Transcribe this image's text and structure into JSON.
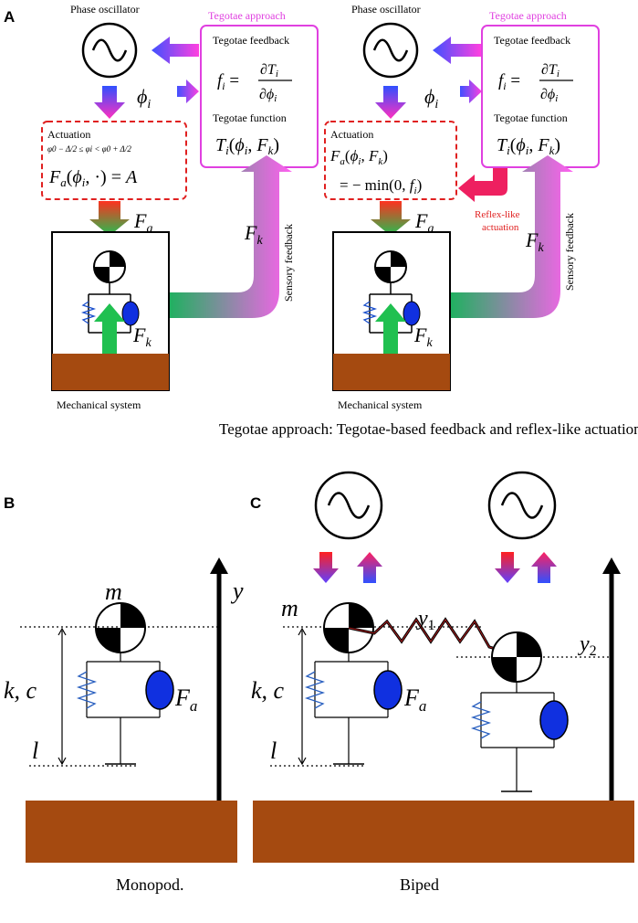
{
  "panels": {
    "a_label": "A",
    "b_label": "B",
    "c_label": "C"
  },
  "panel_a": {
    "left": {
      "oscillator_title": "Phase oscillator",
      "tegotae_approach": "Tegotae approach",
      "tegotae_feedback_title": "Tegotae feedback",
      "tegotae_feedback_formula": "f_i = ∂T_i/∂φ_i",
      "tegotae_function_title": "Tegotae function",
      "tegotae_function_formula": "T_i(φ_i, F_k)",
      "phi_label": "φ_i",
      "actuation_title": "Actuation",
      "actuation_condition": "φ0 − Δ/2 ≤ φi < φ0 + Δ/2",
      "actuation_formula": "F_a(φ_i, ·) = A",
      "fa_label": "F_a",
      "fk_label": "F_k",
      "fk_feedback_label": "F_k",
      "sensory_feedback": "Sensory feedback",
      "mechanical_system": "Mechanical system"
    },
    "right": {
      "oscillator_title": "Phase oscillator",
      "tegotae_approach": "Tegotae approach",
      "tegotae_feedback_title": "Tegotae feedback",
      "tegotae_feedback_formula": "f_i = ∂T_i/∂φ_i",
      "tegotae_function_title": "Tegotae function",
      "tegotae_function_formula": "T_i(φ_i, F_k)",
      "phi_label": "φ_i",
      "actuation_title": "Actuation",
      "actuation_formula_1": "F_a(φ_i, F_k)",
      "actuation_formula_2": "= − min(0, f_i)",
      "reflex_label_1": "Reflex-like",
      "reflex_label_2": "actuation",
      "fa_label": "F_a",
      "fk_label": "F_k",
      "fk_feedback_label": "F_k",
      "sensory_feedback": "Sensory feedback",
      "mechanical_system": "Mechanical system"
    },
    "caption": "Tegotae approach: Tegotae-based feedback and reflex-like actuation."
  },
  "panel_b": {
    "m_label": "m",
    "y_label": "y",
    "kc_label": "k, c",
    "fa_label": "F_a",
    "l_label": "l",
    "caption": "Monopod."
  },
  "panel_c": {
    "m_label": "m",
    "y1_label": "y_1",
    "y2_label": "y_2",
    "kc_label": "k, c",
    "fa_label": "F_a",
    "l_label": "l",
    "caption": "Biped"
  },
  "colors": {
    "tegotae_magenta": "#e040e0",
    "actuation_red": "#e02020",
    "ground_brown": "#a54a10",
    "damper_blue": "#1030e0",
    "sensory_green": "#20b060"
  }
}
